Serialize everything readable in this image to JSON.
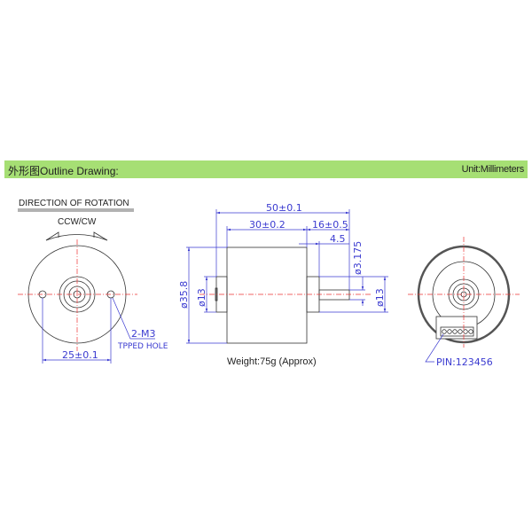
{
  "header": {
    "title": "外形图Outline Drawing:",
    "unit": "Unit:Millimeters",
    "color": "#a6df74"
  },
  "front_view": {
    "rotation_title": "DIRECTION OF ROTATION",
    "rotation_label": "CCW/CW",
    "hole_spacing": "25±0.1",
    "hole_spec": "2-M3",
    "hole_note": "TPPED HOLE"
  },
  "side_view": {
    "overall_length": "50±0.1",
    "body_length": "30±0.2",
    "shaft_length": "16±0.5",
    "shaft_flat": "4.5",
    "shaft_diameter": "ø3.175",
    "boss_diameter_right": "ø13",
    "boss_diameter_left": "ø13",
    "body_diameter": "ø35.8",
    "weight": "Weight:75g (Approx)"
  },
  "rear_view": {
    "pin_label": "PIN:123456"
  }
}
